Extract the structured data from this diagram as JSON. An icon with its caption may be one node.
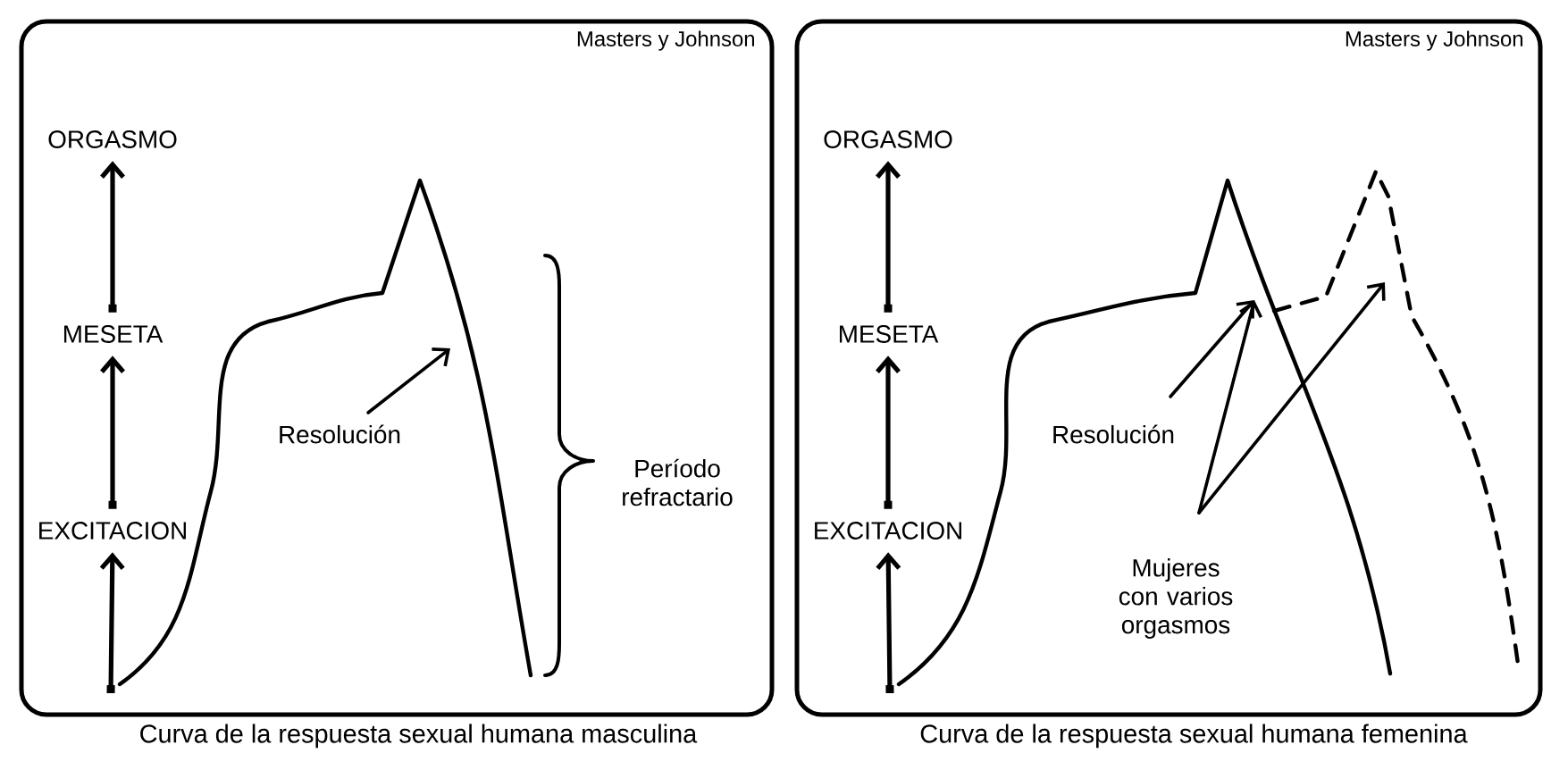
{
  "diagram": {
    "nodes": [
      {
        "text": [
          "Masters y Johnson"
        ]
      },
      {
        "text": [
          "ORGASMO"
        ],
        "in": 0
      },
      {
        "text": [
          "MESETA"
        ],
        "in": 0
      },
      {
        "text": [
          "EXCITACION"
        ],
        "in": 0
      },
      {
        "text": [
          "Resolución"
        ],
        "in": 0
      },
      {
        "text": [
          "Período refractario"
        ],
        "in": 0
      },
      {
        "text": [
          "Masters y Johnson"
        ]
      },
      {
        "text": [
          "ORGASMO"
        ],
        "in": 6
      },
      {
        "text": [
          "MESETA"
        ],
        "in": 6
      },
      {
        "text": [
          "EXCITACION"
        ],
        "in": 6
      },
      {
        "text": [
          "Resolución"
        ],
        "in": 6
      },
      {
        "text": [
          "Mujeres con varios orgasmos"
        ],
        "in": 6
      }
    ],
    "edges": [
      {
        "from": null,
        "to": 3,
        "arrow": "to"
      },
      {
        "from": 3,
        "to": 2,
        "arrow": "to"
      },
      {
        "from": 2,
        "to": 1,
        "arrow": "to"
      },
      {
        "from": 4,
        "to": null,
        "arrow": "to"
      },
      {
        "from": null,
        "to": 9,
        "arrow": "to"
      },
      {
        "from": 9,
        "to": 8,
        "arrow": "to"
      },
      {
        "from": 8,
        "to": 7,
        "arrow": "to"
      },
      {
        "from": 10,
        "to": null,
        "arrow": "to"
      },
      {
        "from": 11,
        "to": null,
        "arrow": "to"
      },
      {
        "from": 11,
        "to": null,
        "arrow": "to"
      }
    ],
    "labels": [
      "Curva de la respuesta sexual humana masculina",
      "Curva de la respuesta sexual humana femenina"
    ]
  }
}
